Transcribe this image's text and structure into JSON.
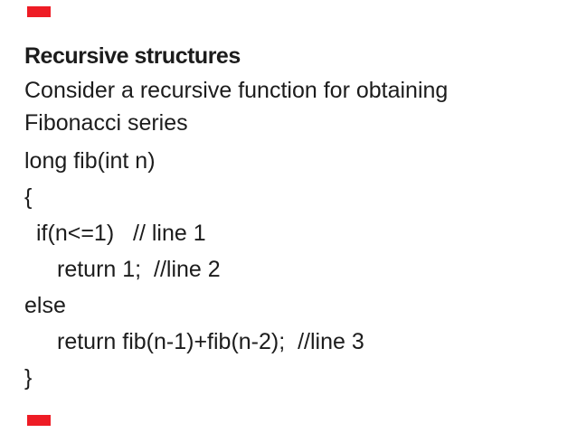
{
  "slide": {
    "accent_color": "#ee1c25",
    "title": "Recursive structures",
    "paragraph_lines": [
      "Consider a recursive function for obtaining",
      "Fibonacci series"
    ],
    "code_lines": [
      {
        "text": "long fib(int n)",
        "indent": 0
      },
      {
        "text": "{",
        "indent": 0
      },
      {
        "text": "if(n<=1)   // line 1",
        "indent": 1
      },
      {
        "text": "return 1;  //line 2",
        "indent": 2
      },
      {
        "text": "else",
        "indent": 0
      },
      {
        "text": "return fib(n-1)+fib(n-2);  //line 3",
        "indent": 2
      },
      {
        "text": "}",
        "indent": 0
      }
    ]
  }
}
